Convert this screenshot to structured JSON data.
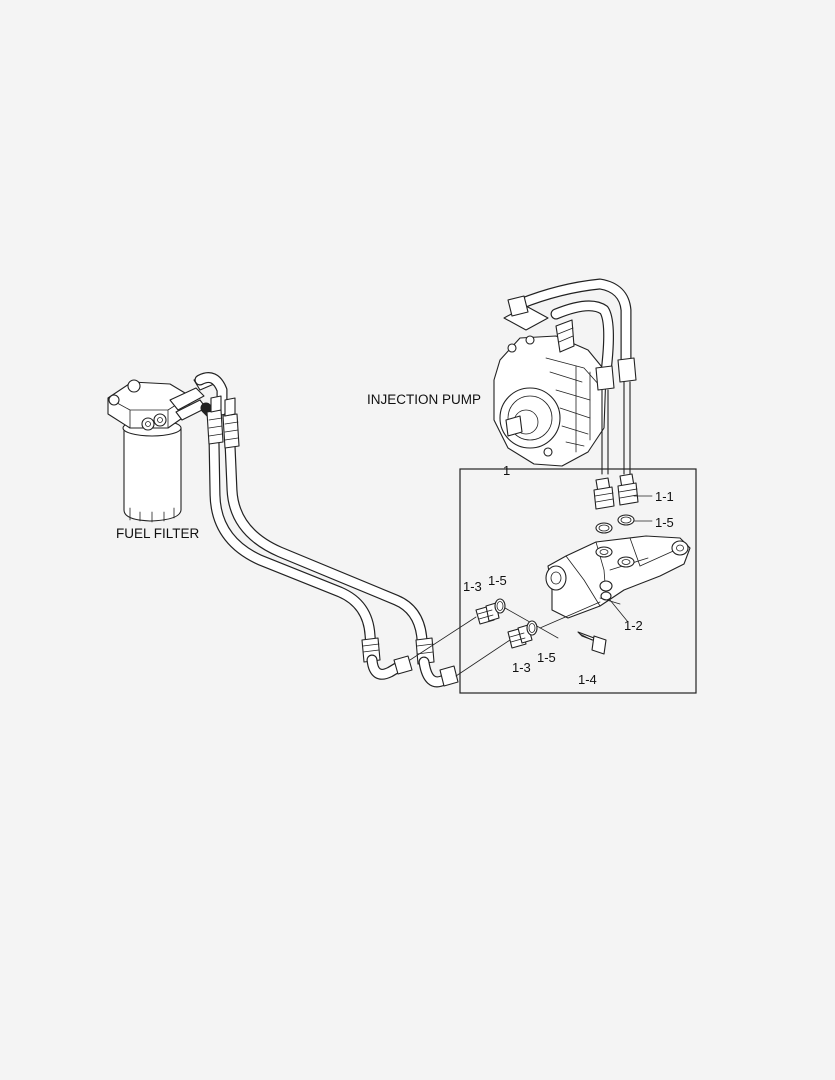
{
  "labels": {
    "injection_pump": "INJECTION PUMP",
    "fuel_filter": "FUEL FILTER"
  },
  "callouts": {
    "assembly": "1",
    "c_1_1": "1-1",
    "c_1_5_top": "1-5",
    "c_1_3_upper": "1-3",
    "c_1_5_left": "1-5",
    "c_1_2": "1-2",
    "c_1_3_lower": "1-3",
    "c_1_5_lower": "1-5",
    "c_1_4": "1-4"
  },
  "colors": {
    "background": "#f4f4f4",
    "line": "#222222",
    "fill": "#ffffff"
  }
}
